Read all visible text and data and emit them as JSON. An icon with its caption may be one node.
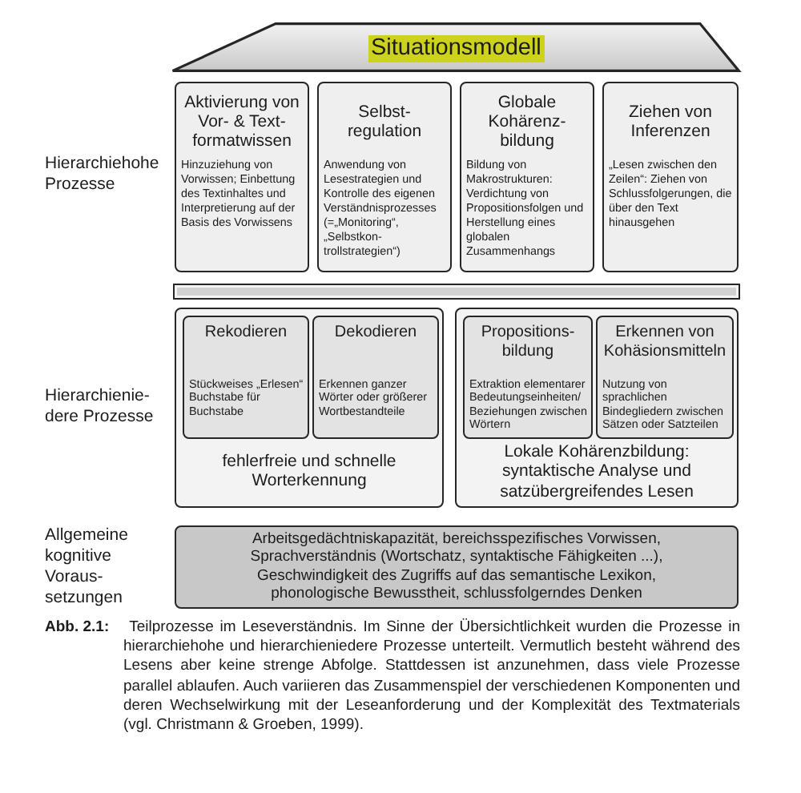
{
  "diagram": {
    "caption": "**Abb. 2.1:** Teilprozesse im Leseverständnis. Im Sinne der Übersichtlichkeit wurden die Prozesse in hierarchiehohe und hierarchieniedere Prozesse unterteilt. Vermutlich besteht während des Lesens aber keine strenge Abfolge. Stattdessen ist anzunehmen, dass viele Prozesse parallel ablaufen. Auch variieren das Zusammenspiel der verschiedenen Komponenten und deren Wechselwirkung mit der Leseanforderung und der Komplexität des Textmaterials (vgl. Christmann & Groeben, 1999).",
    "nodes": [
      {
        "text": [
          "Situationsmodell"
        ]
      },
      {
        "text": [
          "Aktivierung von Vor- & Text- formatwissen",
          "Hinzuziehung von Vorwissen; Einbettung des Textinhaltes und Interpretierung auf der Basis des Vorwissens"
        ]
      },
      {
        "text": [
          "Selbst- regulation",
          "Anwendung von Lesestrategien und Kontrolle des eigenen Verständnisprozesses (=„Monitoring“, „Selbstkon- trollstrategien“)"
        ]
      },
      {
        "text": [
          "Globale Kohärenz- bildung",
          "Bildung von Makrostrukturen: Verdichtung von Propositionsfolgen und Herstellung eines globalen Zusammenhangs"
        ]
      },
      {
        "text": [
          "Ziehen von Inferenzen",
          "„Lesen zwischen den Zeilen“: Ziehen von Schlussfolgerungen, die über den Text hinausgehen"
        ]
      },
      {
        "text": [],
        "shape": "bar"
      },
      {
        "text": [
          "fehlerfreie und schnelle Worterkennung"
        ]
      },
      {
        "text": [
          "Rekodieren",
          "Stückweises „Erlesen“ Buchstabe für Buchstabe"
        ],
        "in": 6
      },
      {
        "text": [
          "Dekodieren",
          "Erkennen ganzer Wörter oder größerer Wortbestandteile"
        ],
        "in": 6
      },
      {
        "text": [
          "Lokale Kohärenzbildung: syntaktische Analyse und satzübergreifendes Lesen"
        ]
      },
      {
        "text": [
          "Propositions- bildung",
          "Extraktion elementarer Bedeutungseinheiten/ Beziehungen zwischen Wörtern"
        ],
        "in": 9
      },
      {
        "text": [
          "Erkennen von Kohäsionsmitteln",
          "Nutzung von sprachlichen Bindegliedern zwischen Sätzen oder Satzteilen"
        ],
        "in": 9
      },
      {
        "text": [
          "Arbeitsgedächtniskapazität, bereichsspezifisches Vorwissen, Sprachverständnis (Wortschatz, syntaktische Fähigkeiten ...), Geschwindigkeit des Zugriffs auf das semantische Lexikon, phonologische Bewusstheit, schlussfolgerndes Denken"
        ]
      }
    ],
    "edges": [],
    "labels": [
      "Hierarchiehohe Prozesse",
      "Hierarchienie- dere Prozesse",
      "Allgemeine kognitive Voraus- setzungen"
    ]
  }
}
